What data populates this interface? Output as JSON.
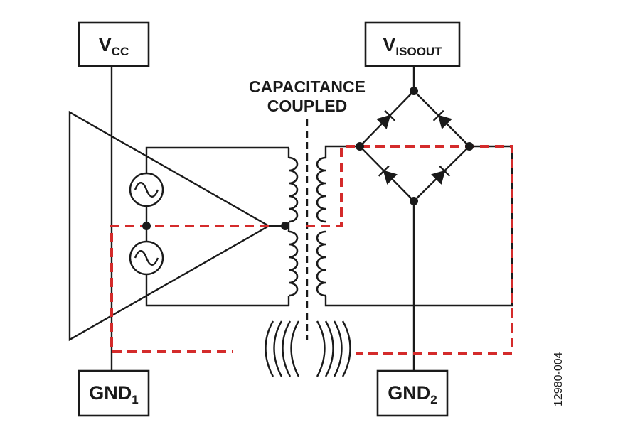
{
  "labels": {
    "vcc": {
      "main": "V",
      "sub": "CC"
    },
    "visoout": {
      "main": "V",
      "sub": "ISOOUT"
    },
    "gnd1": {
      "main": "GND",
      "sub": "1"
    },
    "gnd2": {
      "main": "GND",
      "sub": "2"
    },
    "capacitance_line1": "CAPACITANCE",
    "capacitance_line2": "COUPLED",
    "figure_id": "12980-004"
  },
  "colors": {
    "line": "#1a1a1a",
    "current_path": "#d42b2b"
  },
  "icons": [
    "ac-source-icon",
    "diode-icon",
    "transformer-coil-icon",
    "amplifier-triangle-icon"
  ]
}
